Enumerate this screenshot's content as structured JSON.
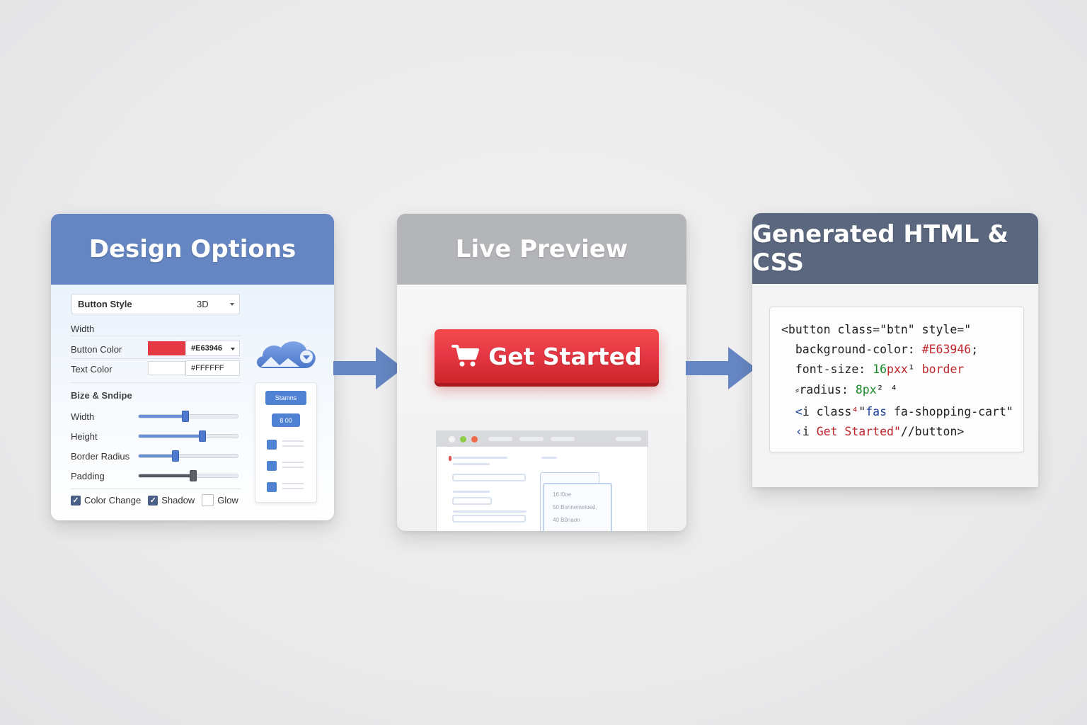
{
  "colors": {
    "design_header": "#6586c2",
    "preview_header": "#b3b5b9",
    "code_header": "#5a677e",
    "accent": "#4f82d3",
    "button_red": "#E63946",
    "arrow": "#6586c2"
  },
  "design": {
    "title": "Design Options",
    "button_style": {
      "label": "Button Style",
      "value": "3D"
    },
    "width_label": "Width",
    "button_color": {
      "label": "Button Color",
      "swatch": "#E63946",
      "hex": "#E63946"
    },
    "text_color": {
      "label": "Text Color",
      "swatch": "#FFFFFF",
      "hex": "#FFFFFF"
    },
    "section_title": "Bize & Sndipe",
    "sliders": [
      {
        "label": "Width",
        "level": 0.47
      },
      {
        "label": "Height",
        "level": 0.64
      },
      {
        "label": "Border Radius",
        "level": 0.37
      },
      {
        "label": "Padding",
        "level": 0.55
      }
    ],
    "checkboxes": [
      {
        "label": "Color Change",
        "checked": true
      },
      {
        "label": "Shadow",
        "checked": true
      },
      {
        "label": "Glow",
        "checked": false
      }
    ],
    "mini_panel": {
      "button1": "Stamns",
      "button2": "8 00"
    },
    "icons": [
      "cloud-icon"
    ]
  },
  "preview": {
    "title": "Live Preview",
    "button_label": "Get Started",
    "icon": "shopping-cart-icon",
    "browser_card_lines": [
      "16 l0oe",
      "50 Bonnemeloed,",
      "40 B0naon"
    ]
  },
  "code": {
    "title": "Generated HTML & CSS",
    "lines": [
      [
        {
          "t": "<button class=\"btn\" style=\"",
          "c": ""
        }
      ],
      [
        {
          "t": "  background-color: ",
          "c": ""
        },
        {
          "t": "#E63946",
          "c": "red"
        },
        {
          "t": ";",
          "c": ""
        }
      ],
      [
        {
          "t": "  font-size: ",
          "c": ""
        },
        {
          "t": "16",
          "c": "green"
        },
        {
          "t": "pxx",
          "c": "red"
        },
        {
          "t": "¹ ",
          "c": ""
        },
        {
          "t": "border",
          "c": "red"
        }
      ],
      [
        {
          "t": "  ⸗radius: ",
          "c": ""
        },
        {
          "t": "8px",
          "c": "green"
        },
        {
          "t": "² ⁴",
          "c": ""
        }
      ],
      [
        {
          "t": "  ",
          "c": ""
        },
        {
          "t": "<",
          "c": "blue"
        },
        {
          "t": "i class",
          "c": ""
        },
        {
          "t": "⁴",
          "c": "red"
        },
        {
          "t": "\"",
          "c": ""
        },
        {
          "t": "fas",
          "c": "blue"
        },
        {
          "t": " fa-shopping-cart\"",
          "c": ""
        }
      ],
      [
        {
          "t": "  ",
          "c": ""
        },
        {
          "t": "‹",
          "c": "blue"
        },
        {
          "t": "i ",
          "c": ""
        },
        {
          "t": "Get Started\"",
          "c": "red"
        },
        {
          "t": "//button>",
          "c": ""
        }
      ]
    ]
  }
}
